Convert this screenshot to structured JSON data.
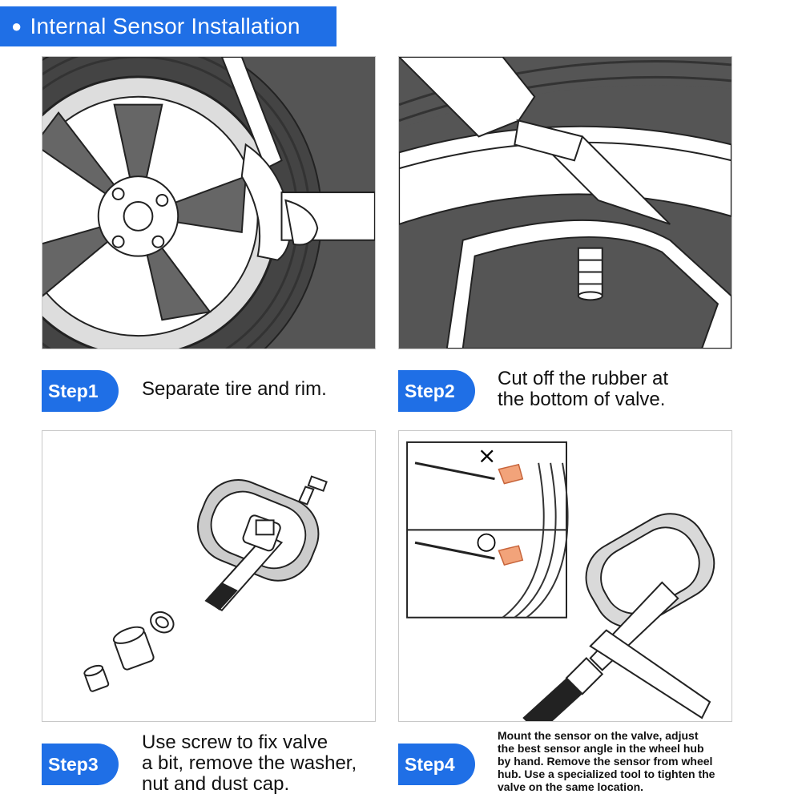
{
  "header": {
    "bullet": "●",
    "title": "Internal Sensor Installation"
  },
  "steps": [
    {
      "badge": "Step1",
      "text": "Separate tire and rim."
    },
    {
      "badge": "Step2",
      "line1": "Cut off the rubber at",
      "line2": "the bottom of valve."
    },
    {
      "badge": "Step3",
      "line1": "Use screw to fix valve",
      "line2": "a bit, remove the washer,",
      "line3": "nut and dust cap."
    },
    {
      "badge": "Step4",
      "line1": "Mount the sensor on the valve, adjust",
      "line2": "the best sensor angle in the wheel hub",
      "line3": "by hand. Remove the sensor from wheel",
      "line4": "hub. Use a specialized tool to tighten the",
      "line5": "valve on the same location."
    }
  ],
  "marks": {
    "wrong": "×",
    "right": "○"
  },
  "colors": {
    "accent": "#1f6fe6",
    "tire": "#4a4a4a",
    "sensor_cap": "#f2a37a"
  }
}
